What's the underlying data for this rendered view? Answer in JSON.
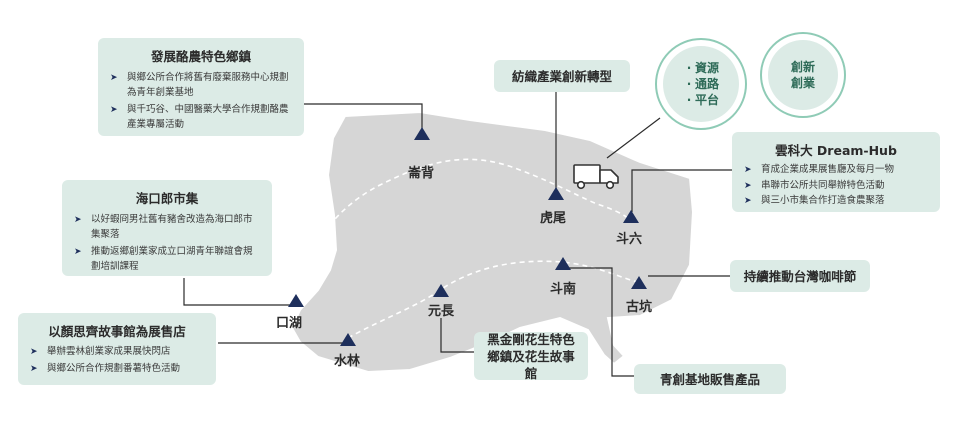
{
  "circles": {
    "left": [
      "資源",
      "通路",
      "平台"
    ],
    "right": [
      "創新",
      "創業"
    ]
  },
  "bullet_dot": "·",
  "towns": {
    "lunbei": "崙背",
    "huwei": "虎尾",
    "douliu": "斗六",
    "kouhu": "口湖",
    "yuanchang": "元長",
    "dounan": "斗南",
    "gukeng": "古坑",
    "shuilin": "水林"
  },
  "boxes": {
    "dairy": {
      "title": "發展酪農特色鄉鎮",
      "items": [
        "與鄉公所合作將舊有廢棄服務中心規劃為青年創業基地",
        "與千巧谷、中國醫藥大學合作規劃酪農產業專屬活動"
      ]
    },
    "textile": {
      "title": "紡織產業創新轉型"
    },
    "hub": {
      "title": "雲科大 Dream-Hub",
      "items": [
        "育成企業成果展售廳及每月一物",
        "串聯市公所共同舉辦特色活動",
        "與三小市集合作打造食農聚落"
      ]
    },
    "market": {
      "title": "海口郎市集",
      "items": [
        "以好蝦冏男社舊有豬舍改造為海口郎市集聚落",
        "推動返鄉創業家成立口湖青年聯誼會規劃培訓課程"
      ]
    },
    "coffee": {
      "title": "持續推動台灣咖啡節"
    },
    "story": {
      "title": "以顏思齊故事館為展售店",
      "items": [
        "舉辦雲林創業家成果展快閃店",
        "與鄉公所合作規劃番薯特色活動"
      ]
    },
    "peanut": {
      "title": "黑金剛花生特色鄉鎮及花生故事館"
    },
    "base": {
      "title": "青創基地販售產品"
    }
  },
  "colors": {
    "map_fill": "#d6d6d6",
    "box_fill": "#dcebe6",
    "marker": "#1e2f5c",
    "circle_ring": "#8fcbb6",
    "circle_text": "#2e6b58",
    "route": "#ffffff"
  },
  "icons": {
    "bullet": "arrow-right-icon",
    "vehicle": "truck-icon",
    "marker": "triangle-marker-icon"
  }
}
